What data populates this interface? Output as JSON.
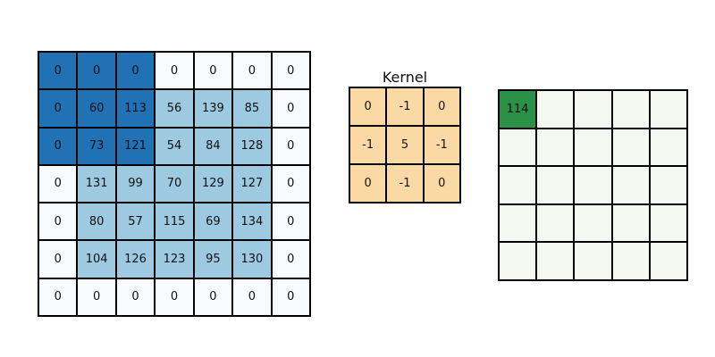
{
  "colors": {
    "rf": "#2171b5",
    "img": "#9ecae1",
    "pad": "#f7fbff",
    "kernel": "#fbd9a4",
    "active": "#2a9147",
    "empty": "#f3f9f0",
    "grid_line": "#000000",
    "text": "#111111",
    "background": "#ffffff"
  },
  "input_matrix": {
    "rows": 7,
    "cols": 7,
    "values": [
      [
        0,
        0,
        0,
        0,
        0,
        0,
        0
      ],
      [
        0,
        60,
        113,
        56,
        139,
        85,
        0
      ],
      [
        0,
        73,
        121,
        54,
        84,
        128,
        0
      ],
      [
        0,
        131,
        99,
        70,
        129,
        127,
        0
      ],
      [
        0,
        80,
        57,
        115,
        69,
        134,
        0
      ],
      [
        0,
        104,
        126,
        123,
        95,
        130,
        0
      ],
      [
        0,
        0,
        0,
        0,
        0,
        0,
        0
      ]
    ],
    "roles": [
      [
        "rf",
        "rf",
        "rf",
        "pad",
        "pad",
        "pad",
        "pad"
      ],
      [
        "rf",
        "rf",
        "rf",
        "img",
        "img",
        "img",
        "pad"
      ],
      [
        "rf",
        "rf",
        "rf",
        "img",
        "img",
        "img",
        "pad"
      ],
      [
        "pad",
        "img",
        "img",
        "img",
        "img",
        "img",
        "pad"
      ],
      [
        "pad",
        "img",
        "img",
        "img",
        "img",
        "img",
        "pad"
      ],
      [
        "pad",
        "img",
        "img",
        "img",
        "img",
        "img",
        "pad"
      ],
      [
        "pad",
        "pad",
        "pad",
        "pad",
        "pad",
        "pad",
        "pad"
      ]
    ]
  },
  "kernel": {
    "title": "Kernel",
    "rows": 3,
    "cols": 3,
    "values": [
      [
        0,
        -1,
        0
      ],
      [
        -1,
        5,
        -1
      ],
      [
        0,
        -1,
        0
      ]
    ]
  },
  "output_matrix": {
    "rows": 5,
    "cols": 5,
    "values": [
      [
        114,
        null,
        null,
        null,
        null
      ],
      [
        null,
        null,
        null,
        null,
        null
      ],
      [
        null,
        null,
        null,
        null,
        null
      ],
      [
        null,
        null,
        null,
        null,
        null
      ],
      [
        null,
        null,
        null,
        null,
        null
      ]
    ],
    "roles": [
      [
        "active",
        "empty",
        "empty",
        "empty",
        "empty"
      ],
      [
        "empty",
        "empty",
        "empty",
        "empty",
        "empty"
      ],
      [
        "empty",
        "empty",
        "empty",
        "empty",
        "empty"
      ],
      [
        "empty",
        "empty",
        "empty",
        "empty",
        "empty"
      ],
      [
        "empty",
        "empty",
        "empty",
        "empty",
        "empty"
      ]
    ]
  }
}
